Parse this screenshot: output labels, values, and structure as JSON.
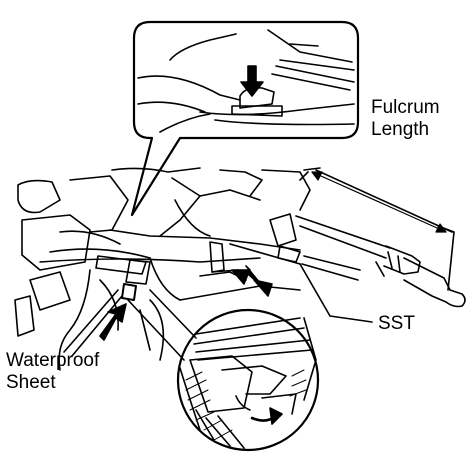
{
  "labels": {
    "fulcrum_line1": "Fulcrum",
    "fulcrum_line2": "Length",
    "sst": "SST",
    "waterproof_line1": "Waterproof",
    "waterproof_line2": "Sheet"
  },
  "colors": {
    "line": "#000000",
    "background": "#ffffff"
  }
}
